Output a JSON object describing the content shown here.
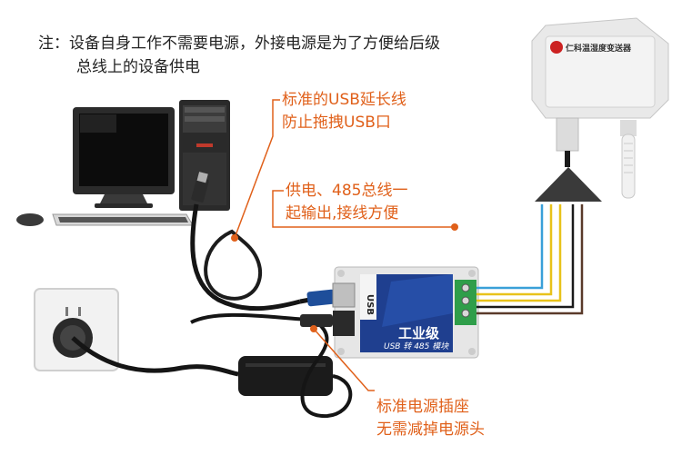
{
  "note": {
    "line1": "注：设备自身工作不需要电源，外接电源是为了方便给后级",
    "line2": "总线上的设备供电"
  },
  "callouts": {
    "usb_cable": [
      "标准的USB延长线",
      "防止拖拽USB口"
    ],
    "power_bus": [
      "供电、485总线一",
      "起输出,接线方便"
    ],
    "power_socket": [
      "标准电源插座",
      "无需减掉电源头"
    ]
  },
  "sensor": {
    "brand": "仁科温湿度变送器"
  },
  "module": {
    "title": "工业级",
    "subtitle": "USB 转 485 模块",
    "usb_label": "USB"
  },
  "colors": {
    "callout": "#e0601a",
    "wire_blue": "#3aa0d8",
    "wire_yellow": "#e8c21a",
    "wire_black": "#1a1a1a",
    "module_blue": "#1f3f8f",
    "terminal_green": "#2f9e4a"
  }
}
